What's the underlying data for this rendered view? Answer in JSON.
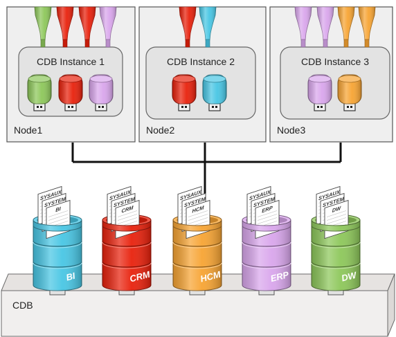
{
  "colors": {
    "green": "#8dc75a",
    "red": "#e8210c",
    "purple": "#d9a6ec",
    "orange": "#f7a433",
    "cyan": "#48c6e4",
    "node_fill": "#efefef",
    "instance_fill": "#e3e3e3",
    "base_fill": "#f1efee",
    "wire": "#111111"
  },
  "nodes": [
    {
      "label": "Node1",
      "instance_label": "CDB Instance 1",
      "services": [
        "green",
        "red",
        "red",
        "purple"
      ],
      "drives": [
        "green",
        "red",
        "purple"
      ]
    },
    {
      "label": "Node2",
      "instance_label": "CDB Instance 2",
      "services": [
        "red",
        "cyan"
      ],
      "drives": [
        "red",
        "cyan"
      ]
    },
    {
      "label": "Node3",
      "instance_label": "CDB Instance 3",
      "services": [
        "purple",
        "purple",
        "orange",
        "orange"
      ],
      "drives": [
        "purple",
        "orange"
      ]
    }
  ],
  "cdb": {
    "label": "CDB",
    "pdbs": [
      {
        "name": "BI",
        "color": "cyan",
        "files": [
          "SYSAUX",
          "SYSTEM",
          "BI"
        ]
      },
      {
        "name": "CRM",
        "color": "red",
        "files": [
          "SYSAUX",
          "SYSTEM",
          "CRM"
        ]
      },
      {
        "name": "HCM",
        "color": "orange",
        "files": [
          "SYSAUX",
          "SYSTEM",
          "HCM"
        ]
      },
      {
        "name": "ERP",
        "color": "purple",
        "files": [
          "SYSAUX",
          "SYSTEM",
          "ERP"
        ]
      },
      {
        "name": "DW",
        "color": "green",
        "files": [
          "SYSAUX",
          "SYSTEM",
          "DW"
        ]
      }
    ]
  }
}
